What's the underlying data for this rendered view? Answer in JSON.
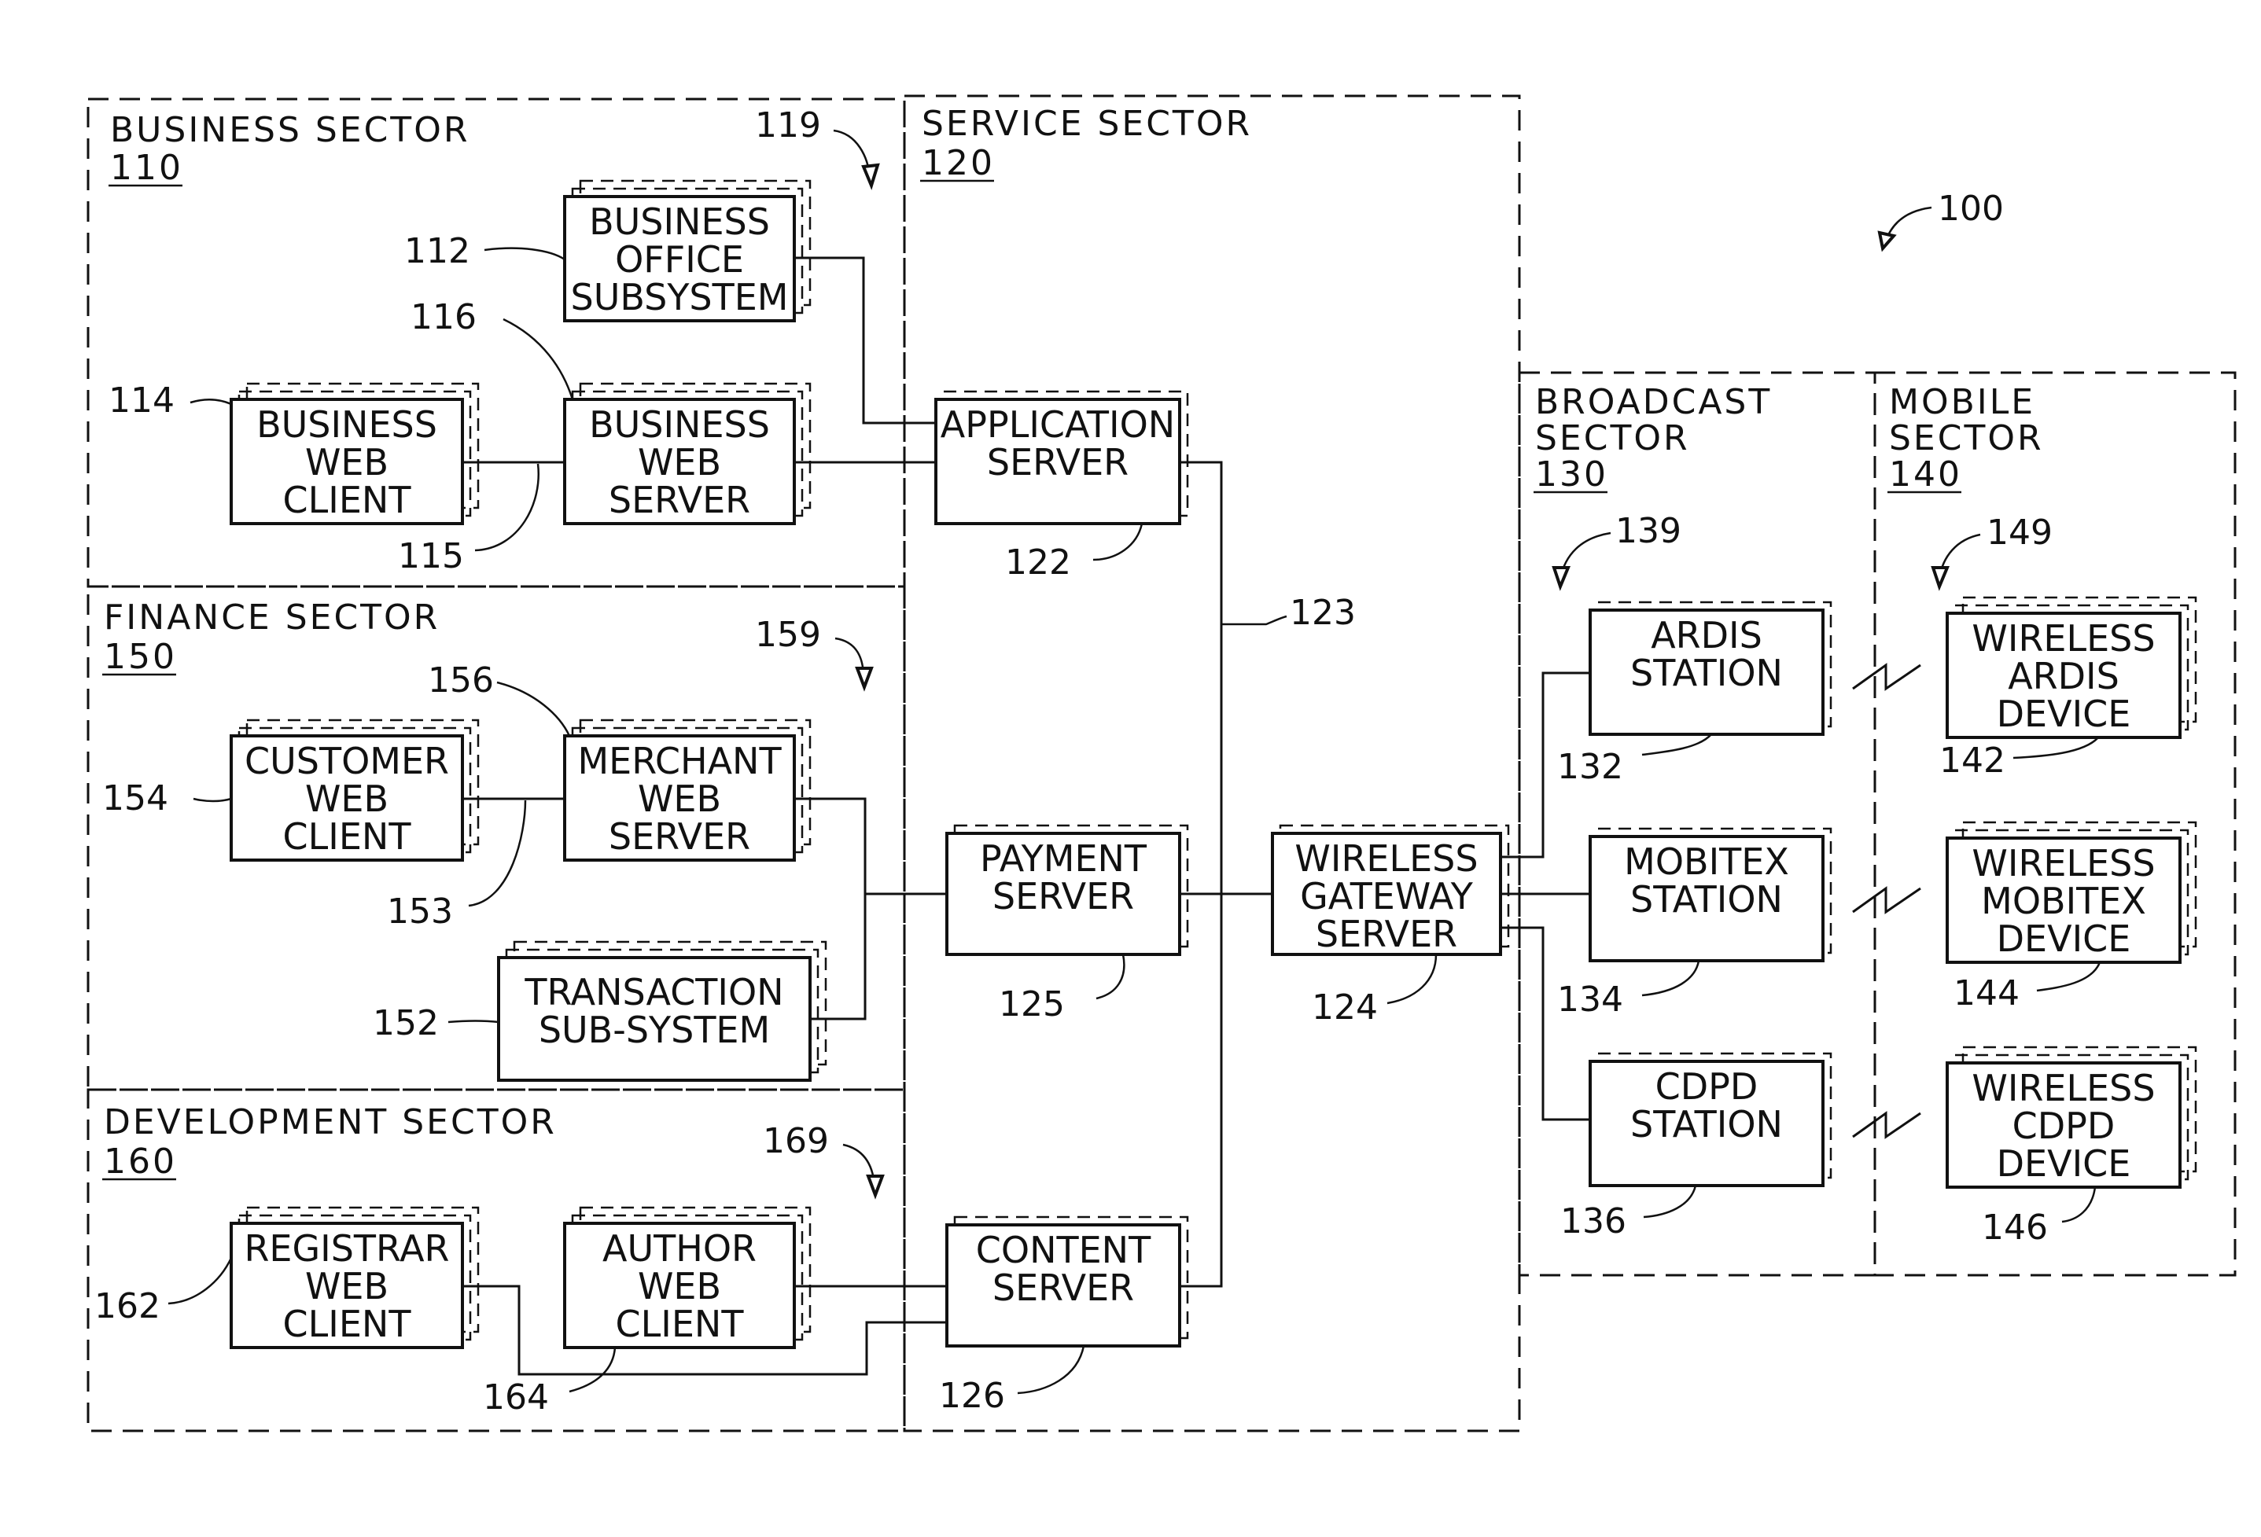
{
  "figure_ref": "100",
  "sectors": {
    "business": {
      "title": "BUSINESS  SECTOR",
      "ref": "110"
    },
    "service": {
      "title": "SERVICE  SECTOR",
      "ref": "120"
    },
    "finance": {
      "title": "FINANCE  SECTOR",
      "ref": "150"
    },
    "development": {
      "title": "DEVELOPMENT  SECTOR",
      "ref": "160"
    },
    "broadcast": {
      "title_line1": "BROADCAST",
      "title_line2": "SECTOR",
      "ref": "130"
    },
    "mobile": {
      "title_line1": "MOBILE",
      "title_line2": "SECTOR",
      "ref": "140"
    }
  },
  "group_refs": {
    "business": "119",
    "finance": "159",
    "development": "169",
    "broadcast": "139",
    "mobile": "149"
  },
  "components": {
    "business_office": {
      "lines": [
        "BUSINESS",
        "OFFICE",
        "SUBSYSTEM"
      ],
      "ref": "112"
    },
    "business_web_client": {
      "lines": [
        "BUSINESS",
        "WEB",
        "CLIENT"
      ],
      "ref": "114"
    },
    "business_web_server": {
      "lines": [
        "BUSINESS",
        "WEB",
        "SERVER"
      ],
      "ref": "116"
    },
    "customer_web_client": {
      "lines": [
        "CUSTOMER",
        "WEB",
        "CLIENT"
      ],
      "ref": "154"
    },
    "merchant_web_server": {
      "lines": [
        "MERCHANT",
        "WEB",
        "SERVER"
      ],
      "ref": "156"
    },
    "transaction_subsystem": {
      "lines": [
        "TRANSACTION",
        "SUB-SYSTEM"
      ],
      "ref": "152"
    },
    "registrar_web_client": {
      "lines": [
        "REGISTRAR",
        "WEB",
        "CLIENT"
      ],
      "ref": "162"
    },
    "author_web_client": {
      "lines": [
        "AUTHOR",
        "WEB",
        "CLIENT"
      ],
      "ref": "164"
    },
    "application_server": {
      "lines": [
        "APPLICATION",
        "SERVER"
      ],
      "ref": "122"
    },
    "payment_server": {
      "lines": [
        "PAYMENT",
        "SERVER"
      ],
      "ref": "125"
    },
    "content_server": {
      "lines": [
        "CONTENT",
        "SERVER"
      ],
      "ref": "126"
    },
    "wireless_gateway_server": {
      "lines": [
        "WIRELESS",
        "GATEWAY",
        "SERVER"
      ],
      "ref": "124"
    },
    "ardis_station": {
      "lines": [
        "ARDIS",
        "STATION"
      ],
      "ref": "132"
    },
    "mobitex_station": {
      "lines": [
        "MOBITEX",
        "STATION"
      ],
      "ref": "134"
    },
    "cdpd_station": {
      "lines": [
        "CDPD",
        "STATION"
      ],
      "ref": "136"
    },
    "wireless_ardis_device": {
      "lines": [
        "WIRELESS",
        "ARDIS",
        "DEVICE"
      ],
      "ref": "142"
    },
    "wireless_mobitex_device": {
      "lines": [
        "WIRELESS",
        "MOBITEX",
        "DEVICE"
      ],
      "ref": "144"
    },
    "wireless_cdpd_device": {
      "lines": [
        "WIRELESS",
        "CDPD",
        "DEVICE"
      ],
      "ref": "146"
    }
  },
  "connection_refs": {
    "business_client_link": "115",
    "finance_client_link": "153",
    "server_backbone": "123"
  }
}
